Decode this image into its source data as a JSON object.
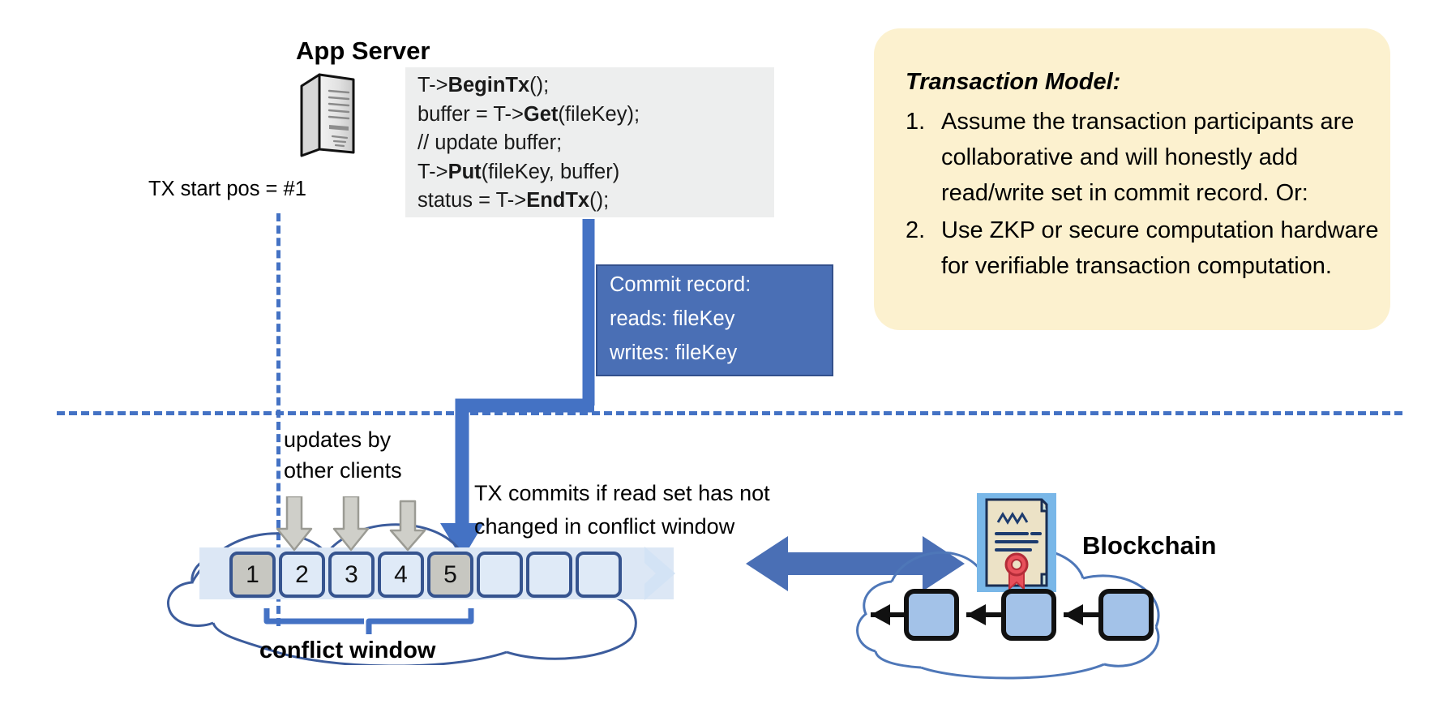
{
  "app_server": {
    "title": "App Server",
    "icon": "server-tower-icon",
    "code_lines": [
      {
        "pre": "T->",
        "bold": "BeginTx",
        "post": "();"
      },
      {
        "pre": "buffer = T->",
        "bold": "Get",
        "post": "(fileKey);"
      },
      {
        "pre": "// update buffer;",
        "bold": "",
        "post": ""
      },
      {
        "pre": "T->",
        "bold": "Put",
        "post": "(fileKey, buffer)"
      },
      {
        "pre": "status = T->",
        "bold": "EndTx",
        "post": "();"
      }
    ]
  },
  "tx_start": {
    "label": "TX start pos = #1"
  },
  "commit_record": {
    "lines": [
      "Commit record:",
      "reads: fileKey",
      "writes: fileKey"
    ],
    "bg_color": "#4a6fb5"
  },
  "transaction_model": {
    "title": "Transaction Model:",
    "items": [
      {
        "num": "1.",
        "text": "Assume the transaction participants are collaborative and will honestly add read/write set in commit record.  Or:"
      },
      {
        "num": "2.",
        "text": "Use ZKP or secure computation hardware for verifiable transaction computation."
      }
    ],
    "bg_color": "#fcf1cf"
  },
  "ledger": {
    "updates_label": [
      "updates by",
      "other clients"
    ],
    "commit_note": [
      "TX commits if read set has not",
      "changed in conflict window"
    ],
    "blocks": [
      {
        "label": "1",
        "filled": true
      },
      {
        "label": "2",
        "filled": false
      },
      {
        "label": "3",
        "filled": false
      },
      {
        "label": "4",
        "filled": false
      },
      {
        "label": "5",
        "filled": true
      },
      {
        "label": "",
        "filled": false
      },
      {
        "label": "",
        "filled": false
      },
      {
        "label": "",
        "filled": false
      }
    ],
    "conflict_window_label": "conflict window",
    "update_arrow_count": 3
  },
  "blockchain": {
    "label": "Blockchain",
    "icon": "certificate-icon",
    "cloud_icon": "cloud-icon",
    "chain_block_count": 3,
    "sync_arrow": "double-headed-arrow-icon"
  },
  "colors": {
    "accent_blue": "#4472c4",
    "block_border": "#36548f",
    "block_fill": "#dfeaf7",
    "block_filled": "#c7c7c1",
    "code_bg": "#edeeee",
    "yellow": "#fcf1cf"
  }
}
